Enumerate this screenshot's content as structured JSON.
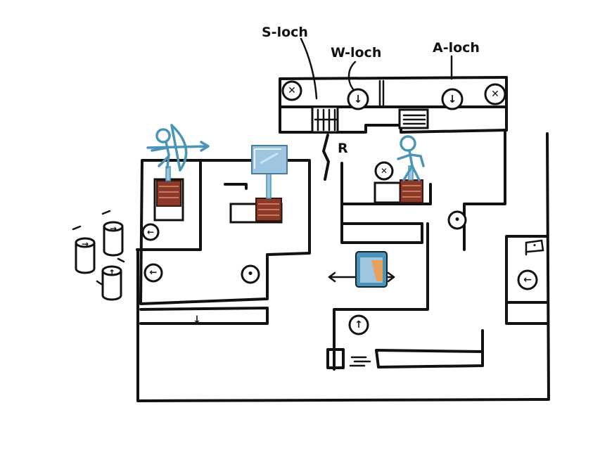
{
  "labels": {
    "s_lock": "S-loch",
    "w_lock": "W-loch",
    "a_lock": "A-loch",
    "r_mark": "R"
  },
  "glyphs": {
    "close": "✕",
    "arrow_left": "←",
    "arrow_right": "→",
    "arrow_up": "↑",
    "arrow_down": "↓",
    "dot": "•"
  },
  "colors": {
    "ink": "#111111",
    "character_blue": "#4a95b5",
    "spring_brown": "#8b3a2a",
    "ice_block": "#9ec6e0",
    "crystal_orange": "#e7a15c"
  },
  "icons": [
    "archer-character-icon",
    "stick-figure-icon",
    "ice-block-icon",
    "crystal-block-icon",
    "spring-box-icon",
    "flag-icon",
    "switch-button-icon"
  ]
}
